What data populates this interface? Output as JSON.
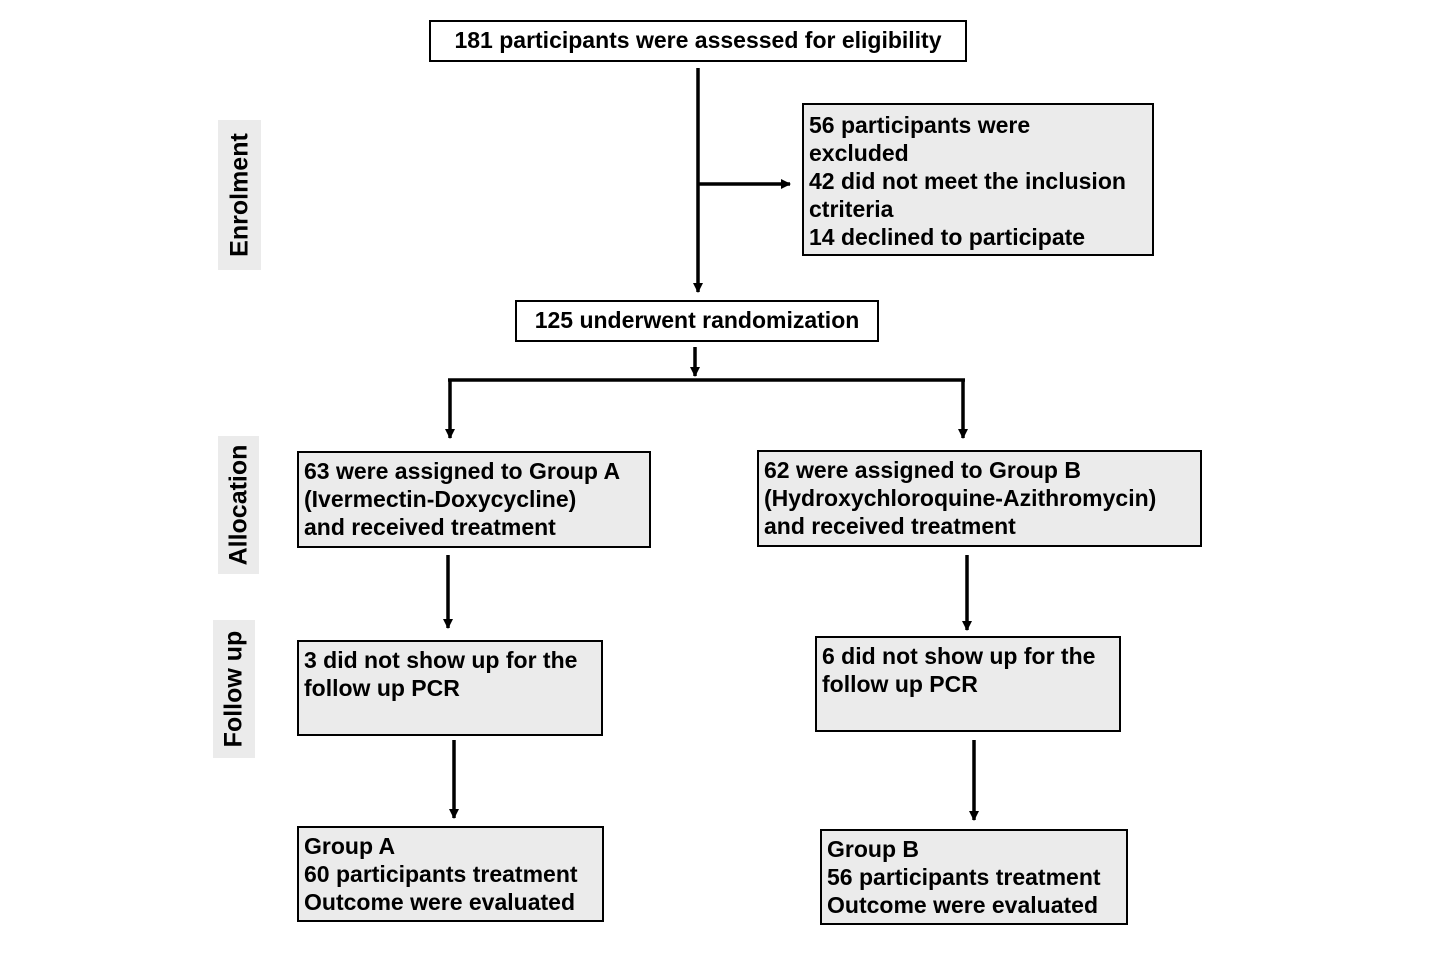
{
  "phases": {
    "enrolment": "Enrolment",
    "allocation": "Allocation",
    "follow_up": "Follow up"
  },
  "assessed": {
    "text": "181 participants were assessed for eligibility"
  },
  "excluded": {
    "lines": [
      "56 participants were",
      "excluded",
      "42 did not meet the inclusion",
      "ctriteria",
      "14 declined to participate"
    ]
  },
  "randomized": {
    "text": "125 underwent randomization"
  },
  "group_a": {
    "allocation_lines": [
      "63 were assigned to Group A",
      "(Ivermectin-Doxycycline)",
      "and received treatment"
    ],
    "followup_lines": [
      "3 did not show up for the",
      "follow up PCR"
    ],
    "outcome_lines": [
      "Group A",
      "60 participants treatment",
      "Outcome were evaluated"
    ]
  },
  "group_b": {
    "allocation_lines": [
      "62 were assigned to Group B",
      "(Hydroxychloroquine-Azithromycin)",
      "and received treatment"
    ],
    "followup_lines": [
      "6 did not show up for the",
      "follow up PCR"
    ],
    "outcome_lines": [
      "Group B",
      "56 participants treatment",
      "Outcome were evaluated"
    ]
  }
}
